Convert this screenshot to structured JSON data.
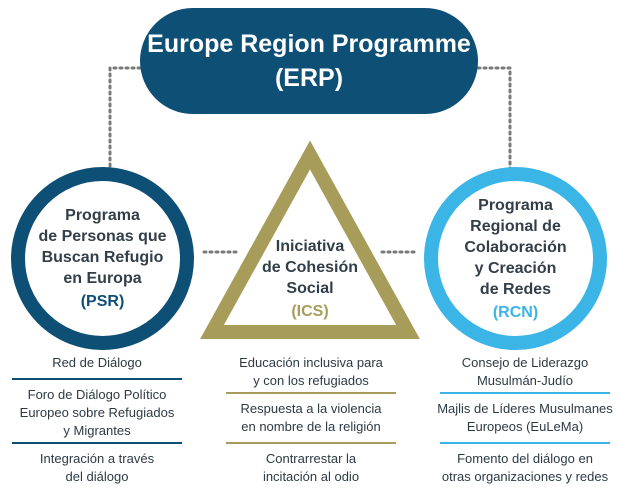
{
  "header": {
    "title_line1": "Europe Region Programme",
    "title_line2": "(ERP)"
  },
  "psr": {
    "lines": [
      "Programa",
      "de Personas que",
      "Buscan Refugio",
      "en Europa"
    ],
    "acronym": "(PSR)",
    "items": [
      "Red de Diálogo",
      "Foro de Diálogo Político\nEuropeo sobre Refugiados\ny Migrantes",
      "Integración a través\ndel diálogo"
    ]
  },
  "ics": {
    "lines": [
      "Iniciativa",
      "de Cohesión",
      "Social"
    ],
    "acronym": "(ICS)",
    "items": [
      "Educación inclusiva para\ny con los refugiados",
      "Respuesta a la violencia\nen nombre de la religión",
      "Contrarrestar la\nincitación al odio"
    ]
  },
  "rcn": {
    "lines": [
      "Programa",
      "Regional de",
      "Colaboración",
      "y Creación",
      "de Redes"
    ],
    "acronym": "(RCN)",
    "items": [
      "Consejo de Liderazgo\nMusulmán-Judío",
      "Majlis de Líderes Musulmanes\nEuropeos (EuLeMa)",
      "Fomento del diálogo en\notras organizaciones y redes"
    ]
  },
  "colors": {
    "navy": "#0e4f75",
    "light_blue": "#3bb4e6",
    "olive": "#a89c5a",
    "dots": "#7a7a7a"
  }
}
